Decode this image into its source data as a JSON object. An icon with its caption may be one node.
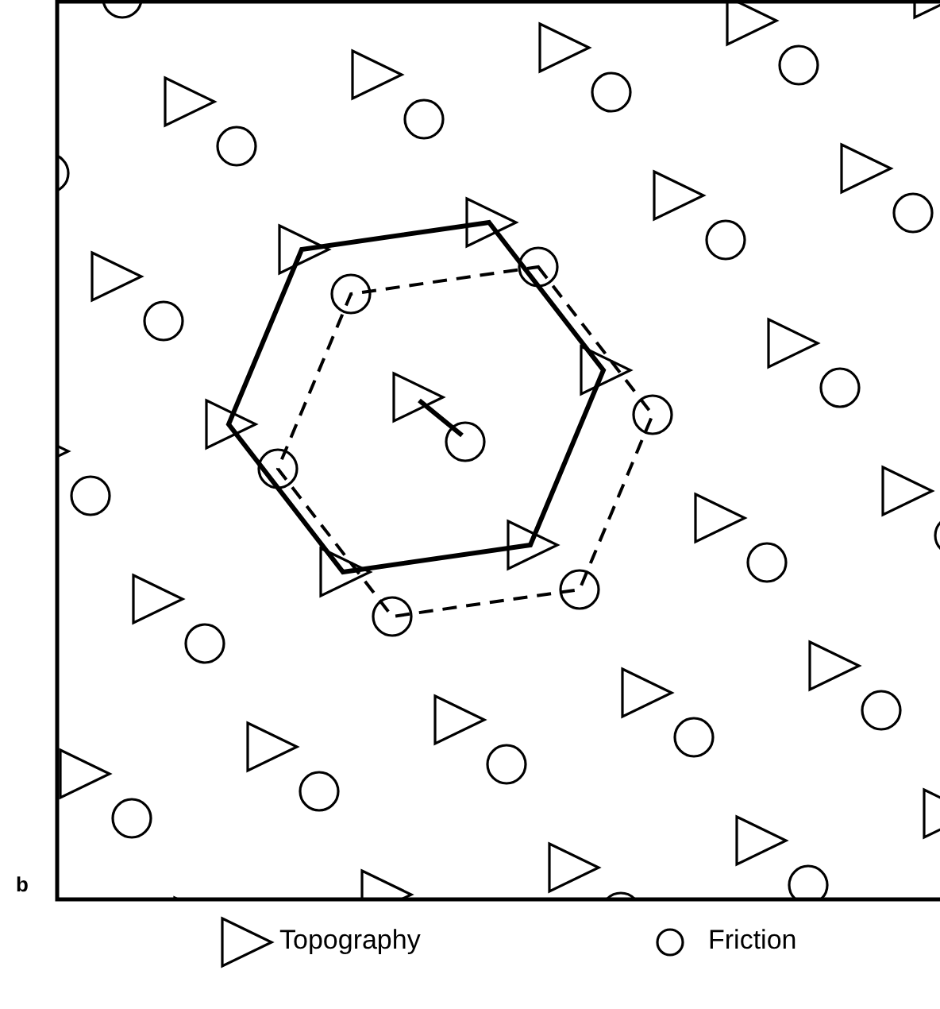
{
  "diagram": {
    "labels": [
      "b"
    ],
    "legend": [
      {
        "text": "Topography"
      },
      {
        "text": "Friction"
      }
    ]
  }
}
